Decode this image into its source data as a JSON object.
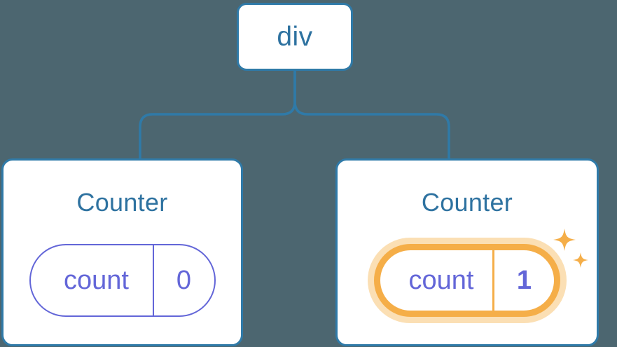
{
  "diagram": {
    "type": "component-tree",
    "background_color": "#4c6670",
    "node_border_color": "#2f7aa8",
    "node_text_color": "#2e72a0",
    "state_color": "#6366d8",
    "highlight_color": "#f5ae48",
    "highlight_glow_color": "#fbdfb4"
  },
  "root": {
    "label": "div"
  },
  "children": [
    {
      "title": "Counter",
      "state": {
        "key": "count",
        "value": "0",
        "highlighted": false
      }
    },
    {
      "title": "Counter",
      "state": {
        "key": "count",
        "value": "1",
        "highlighted": true
      },
      "sparkle_icons": [
        "sparkle-large",
        "sparkle-small"
      ]
    }
  ]
}
